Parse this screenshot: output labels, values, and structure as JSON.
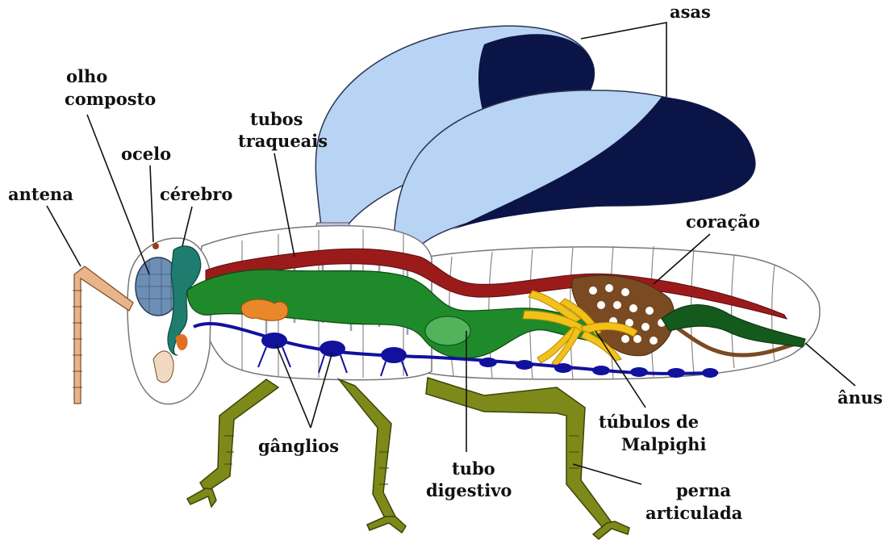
{
  "diagram": {
    "labels": {
      "asas": "asas",
      "olho_composto_1": "olho",
      "olho_composto_2": "composto",
      "tubos_traqueais_1": "tubos",
      "tubos_traqueais_2": "traqueais",
      "ocelo": "ocelo",
      "antena": "antena",
      "cerebro": "cérebro",
      "coracao": "coração",
      "anus": "ânus",
      "tubulos_1": "túbulos de",
      "tubulos_2": "Malpighi",
      "ganglios": "gânglios",
      "tubo_digestivo_1": "tubo",
      "tubo_digestivo_2": "digestivo",
      "perna_1": "perna",
      "perna_2": "articulada"
    },
    "colors": {
      "wing_light": "#b8d4f5",
      "wing_dark": "#0b1446",
      "heart": "#9b1b1b",
      "gut": "#1f8a2a",
      "nerve": "#11119e",
      "leg": "#7d8a1a",
      "malpighi": "#f2c21a",
      "brain": "#1e7d6e",
      "eye": "#6e8fb5",
      "antenna": "#e8b48a",
      "gonad": "#7a4a22"
    }
  }
}
